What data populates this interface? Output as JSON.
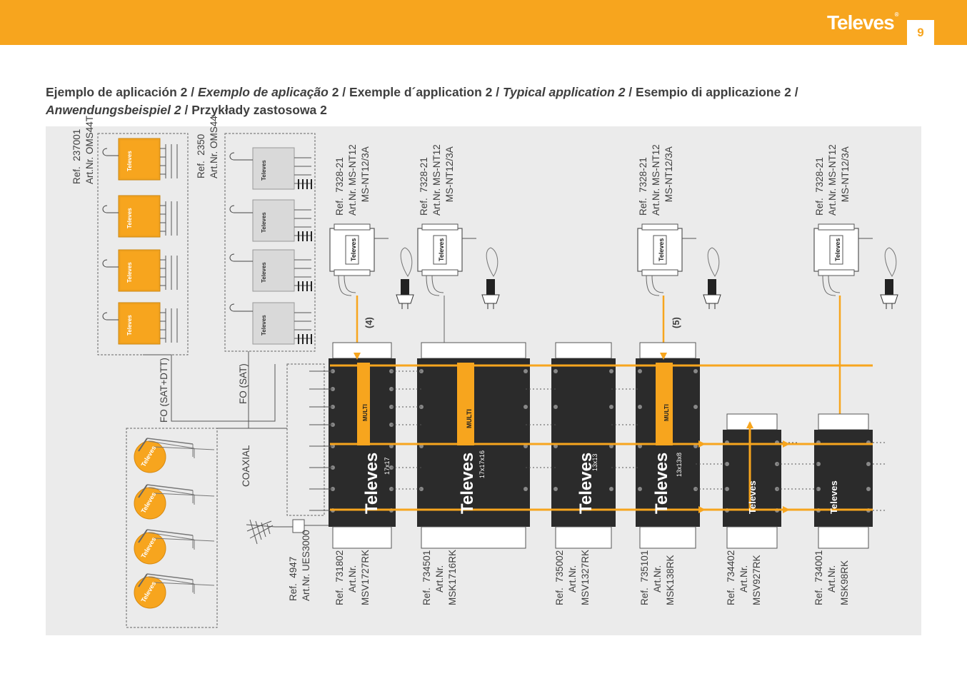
{
  "header": {
    "brand": "Televes",
    "page_number": "9"
  },
  "title": {
    "p1": "Ejemplo de aplicación 2 / ",
    "p2": "Exemplo de aplicação",
    "p3": " 2 / Exemple d´application 2 / ",
    "p4": "Typical application 2",
    "p5": " / Esempio di applicazione 2 / ",
    "p6": "Anwendungsbeispiel 2",
    "p7": " / Przykłady zastosowa 2"
  },
  "labels": {
    "oms44t_ref": "Ref.  237001",
    "oms44t_art": "Art.Nr. OMS44T",
    "oms44_ref": "Ref.  2350",
    "oms44_art": "Art.Nr. OMS44",
    "fo_sat_dtt": "FO (SAT+DTT)",
    "fo_sat": "FO (SAT)",
    "coaxial": "COAXIAL",
    "ues_ref": "Ref.  4947",
    "ues_art": "Art.Nr. UES3000",
    "psu_ref": "Ref.  7328-21",
    "psu_art1": "Art.Nr. MS-NT12",
    "psu_art2": "MS-NT12/3A",
    "note4": "(4)",
    "note5": "(5)"
  },
  "multiswitches": [
    {
      "ref": "Ref.  731802",
      "art": "Art.Nr.",
      "model": "MSV1727RK",
      "size": "17x17",
      "brand": "Televes"
    },
    {
      "ref": "Ref.  734501",
      "art": "Art.Nr.",
      "model": "MSK1716RK",
      "size": "17x17x16",
      "brand": "Televes"
    },
    {
      "ref": "Ref.  735002",
      "art": "Art.Nr.",
      "model": "MSV1327RK",
      "size": "13x13",
      "brand": "Televes"
    },
    {
      "ref": "Ref.  735101",
      "art": "Art.Nr.",
      "model": "MSK138RK",
      "size": "13x13x8",
      "brand": "Televes"
    },
    {
      "ref": "Ref.  734402",
      "art": "Art.Nr.",
      "model": "MSV927RK",
      "size": "",
      "brand": "Televes"
    },
    {
      "ref": "Ref.  734001",
      "art": "Art.Nr.",
      "model": "MSK98RK",
      "size": "",
      "brand": "Televes"
    }
  ],
  "device_brand": "Televes",
  "module_text": "MULTI",
  "colors": {
    "accent": "#f7a51e",
    "panel": "#ebebeb",
    "text": "#3f3f3f",
    "dark": "#2b2b2b"
  }
}
